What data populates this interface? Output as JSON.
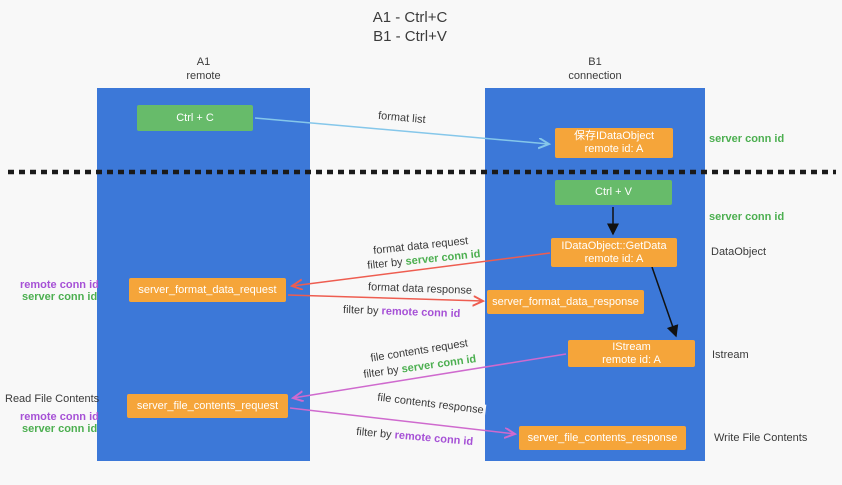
{
  "colors": {
    "bg": "#f8f8f8",
    "lane": "#3c78d8",
    "green-box": "#67bb6a",
    "orange-box": "#f5a53a",
    "arrow-blue": "#85c7ea",
    "arrow-red": "#ee5d50",
    "arrow-magenta": "#cf6ace",
    "text-green": "#4caf50",
    "text-purple": "#a651d6",
    "text-dark": "#3a3a3a"
  },
  "title": {
    "line1": "A1 - Ctrl+C",
    "line2": "B1 - Ctrl+V"
  },
  "lanes": {
    "left": {
      "name": "A1",
      "subtitle": "remote"
    },
    "right": {
      "name": "B1",
      "subtitle": "connection"
    }
  },
  "nodes": {
    "ctrl_c": {
      "label": "Ctrl + C"
    },
    "save_dataobject": {
      "line1": "保存IDataObject",
      "line2": "remote id: A"
    },
    "ctrl_v": {
      "label": "Ctrl + V"
    },
    "getdata": {
      "line1": "IDataObject::GetData",
      "line2": "remote id: A"
    },
    "format_request": {
      "label": "server_format_data_request"
    },
    "format_response": {
      "label": "server_format_data_response"
    },
    "istream": {
      "line1": "IStream",
      "line2": "remote id: A"
    },
    "file_request": {
      "label": "server_file_contents_request"
    },
    "file_response": {
      "label": "server_file_contents_response"
    }
  },
  "edge_labels": {
    "format_list": "format list",
    "format_data_request": "format data request",
    "format_data_response": "format data response",
    "file_contents_request": "file contents request",
    "file_contents_response": "file contents response",
    "filter_prefix": "filter by ",
    "server_conn_id": "server conn id",
    "remote_conn_id": "remote conn id"
  },
  "side_labels": {
    "server_conn_id_top": "server conn id",
    "server_conn_id_mid": "server conn id",
    "dataobject": "DataObject",
    "istream": "Istream",
    "write_file": "Write File Contents",
    "remote_conn_id_1": "remote conn id",
    "server_conn_id_1": "server conn id",
    "read_file": "Read File Contents",
    "remote_conn_id_2": "remote conn id",
    "server_conn_id_2": "server conn id"
  }
}
